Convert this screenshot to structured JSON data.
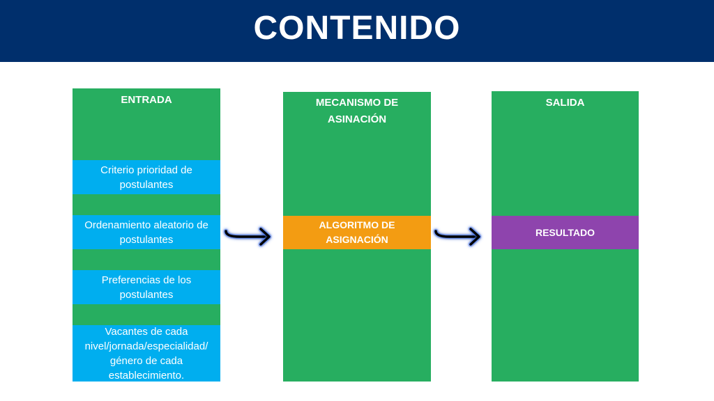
{
  "header": {
    "title": "CONTENIDO"
  },
  "columns": {
    "entrada": {
      "title": "ENTRADA",
      "items": [
        "Criterio prioridad de postulantes",
        "Ordenamiento aleatorio de postulantes",
        "Preferencias de los postulantes",
        "Vacantes de cada nivel/jornada/especialidad/ género de cada establecimiento."
      ]
    },
    "mecanismo": {
      "title": "MECANISMO DE ASINACIÓN",
      "box": "ALGORITMO DE ASIGNACIÓN"
    },
    "salida": {
      "title": "SALIDA",
      "box": "RESULTADO"
    }
  },
  "colors": {
    "header": "#002f6c",
    "column": "#27ae60",
    "input_box": "#00aeef",
    "algorithm_box": "#f39c12",
    "result_box": "#8e44ad",
    "arrow": "#000000"
  },
  "icons": [
    "arrow-right-icon",
    "arrow-right-icon"
  ]
}
